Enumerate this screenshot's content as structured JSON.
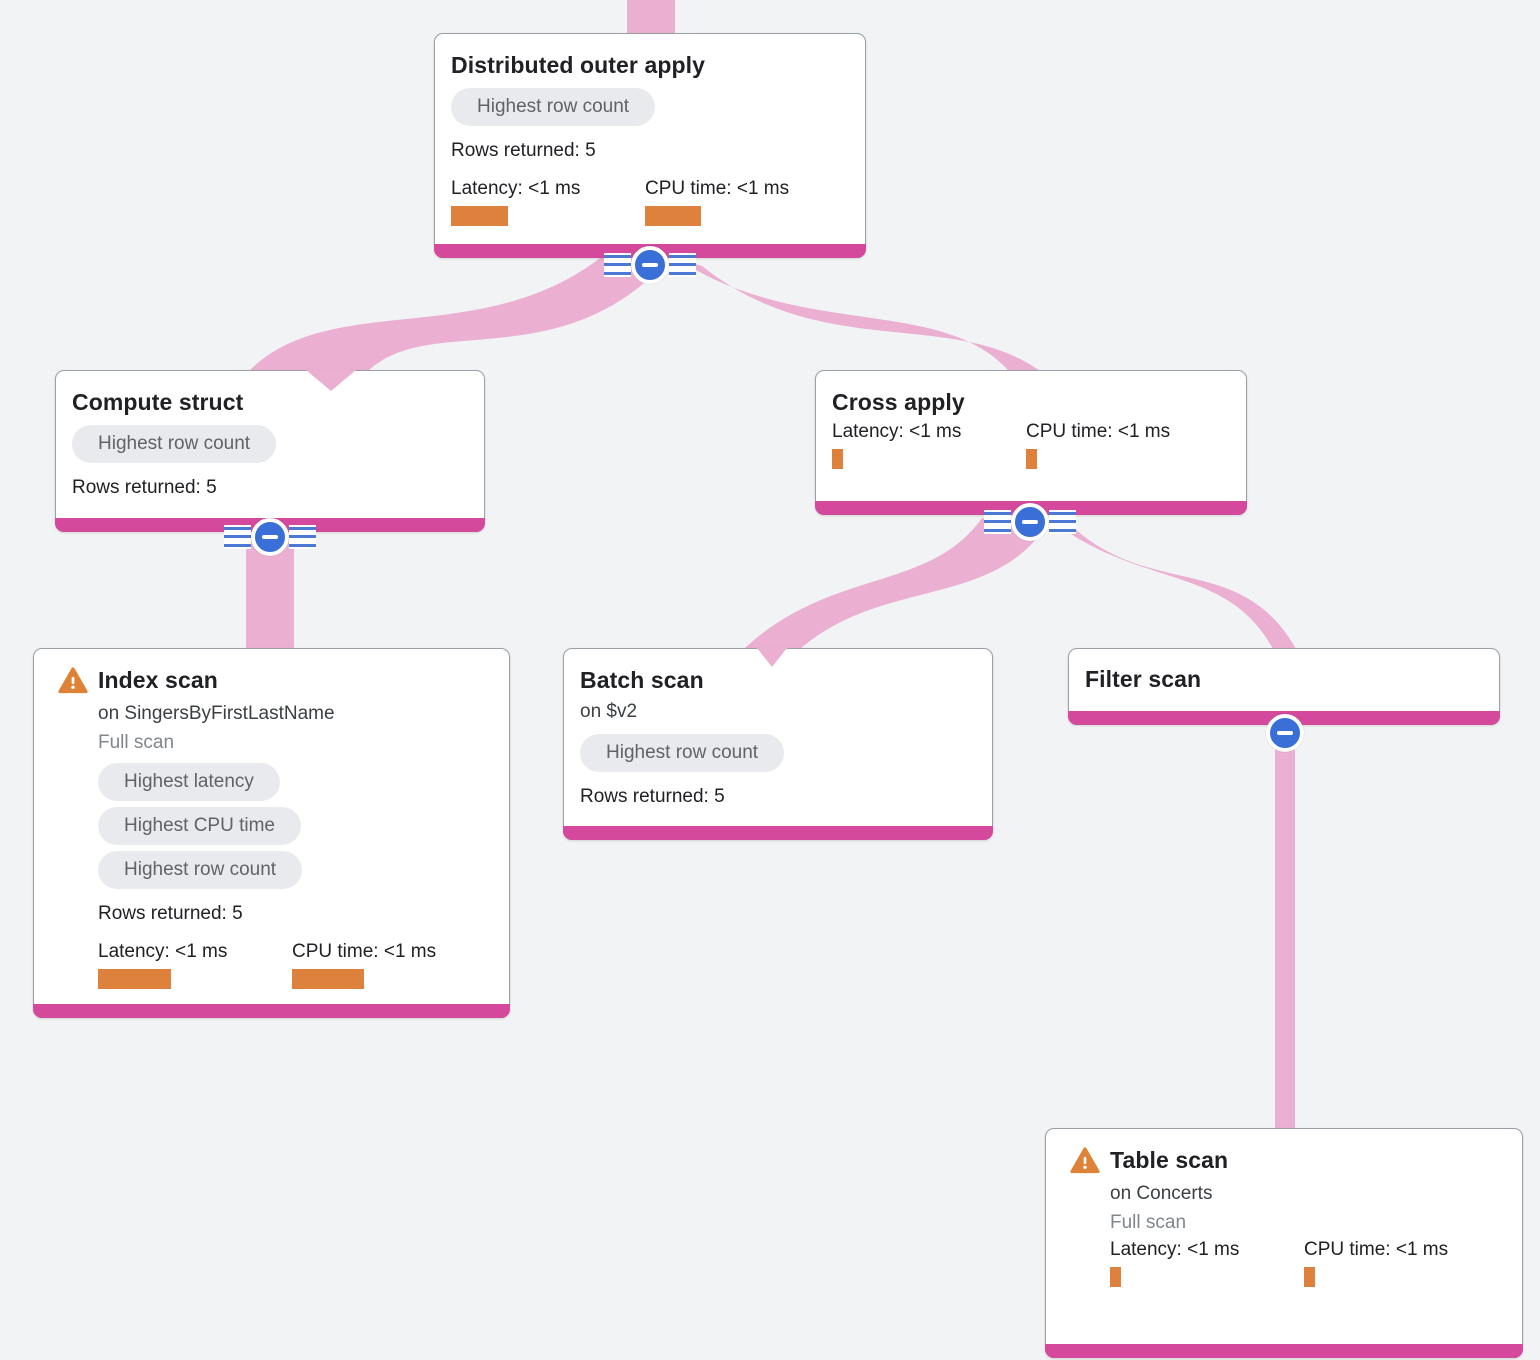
{
  "colors": {
    "background": "#f1f3f4",
    "node_background": "#ffffff",
    "node_border": "#9aa0a6",
    "node_accent_bar": "#d4499c",
    "edge_pink": "#ebafd2",
    "metric_bar_orange": "#dd813c",
    "badge_background": "#e9eaed",
    "badge_text": "#5f6368",
    "connector_blue": "#3a6fd8",
    "warning_orange": "#dd8236",
    "muted_text": "#80868b",
    "title_text": "#202124"
  },
  "icons": {
    "warning": "warning-triangle-icon",
    "collapse": "collapse-minus-icon",
    "rows_stripe": "row-lines-icon"
  },
  "nodes": [
    {
      "title": "Distributed outer apply",
      "badge": "Highest row count",
      "rows": "Rows returned: 5",
      "latency_label": "Latency: <1 ms",
      "cpu_label": "CPU time: <1 ms",
      "latency_bar_style": "width:57px",
      "cpu_bar_style": "width:56px"
    },
    {
      "title": "Compute struct",
      "badge": "Highest row count",
      "rows": "Rows returned: 5"
    },
    {
      "title": "Cross apply",
      "latency_label": "Latency: <1 ms",
      "cpu_label": "CPU time: <1 ms",
      "latency_bar_style": "width:11px",
      "cpu_bar_style": "width:11px"
    },
    {
      "title": "Index scan",
      "on": "on SingersByFirstLastName",
      "scan_type": "Full scan",
      "badges": [
        "Highest latency",
        "Highest CPU time",
        "Highest row count"
      ],
      "rows": "Rows returned: 5",
      "latency_label": "Latency: <1 ms",
      "cpu_label": "CPU time: <1 ms",
      "latency_bar_style": "width:73px",
      "cpu_bar_style": "width:72px"
    },
    {
      "title": "Batch scan",
      "on": "on $v2",
      "badge": "Highest row count",
      "rows": "Rows returned: 5"
    },
    {
      "title": "Filter scan"
    },
    {
      "title": "Table scan",
      "on": "on Concerts",
      "scan_type": "Full scan",
      "latency_label": "Latency: <1 ms",
      "cpu_label": "CPU time: <1 ms",
      "latency_bar_style": "width:11px",
      "cpu_bar_style": "width:11px"
    }
  ]
}
